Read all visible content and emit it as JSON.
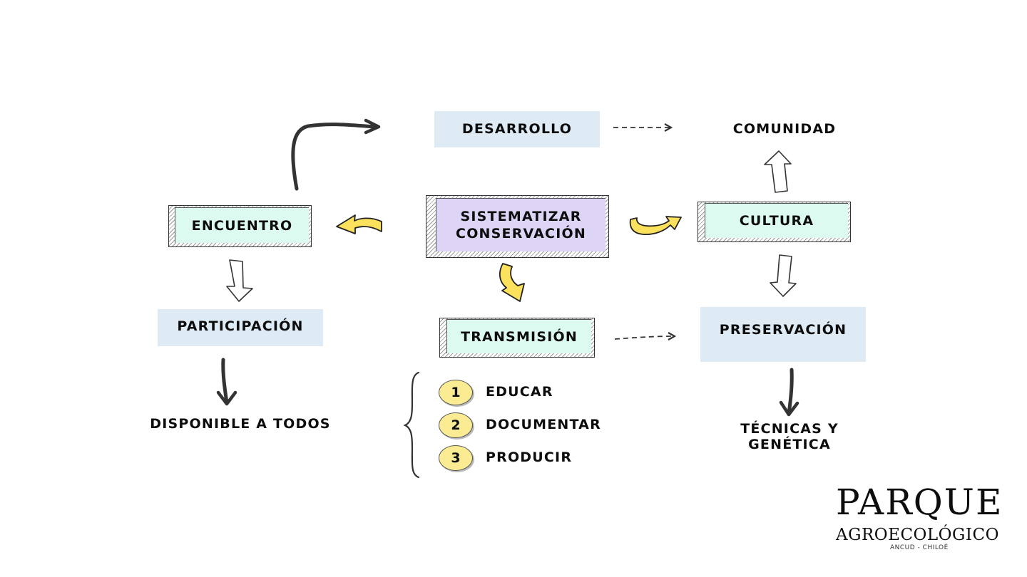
{
  "nodes": {
    "desarrollo": "DESARROLLO",
    "comunidad": "COMUNIDAD",
    "encuentro": "ENCUENTRO",
    "sistematizar_line1": "SISTEMATIZAR",
    "sistematizar_line2": "CONSERVACIÓN",
    "cultura": "CULTURA",
    "participacion": "PARTICIPACIÓN",
    "transmision": "TRANSMISIÓN",
    "preservacion": "PRESERVACIÓN",
    "disponible": "DISPONIBLE A TODOS",
    "tecnicas_line1": "TÉCNICAS Y",
    "tecnicas_line2": "GENÉTICA"
  },
  "steps": [
    {
      "number": "1",
      "label": "EDUCAR"
    },
    {
      "number": "2",
      "label": "DOCUMENTAR"
    },
    {
      "number": "3",
      "label": "PRODUCIR"
    }
  ],
  "logo": {
    "main": "PARQUE",
    "sub": "AGROECOLÓGICO",
    "location": "ANCUD - CHILOÉ"
  },
  "colors": {
    "blue_box": "#deeaf4",
    "green_box": "#dcfaef",
    "purple_box": "#ded4f6",
    "yellow_arrow": "#fbe15c",
    "number_badge": "#fbeb93"
  }
}
